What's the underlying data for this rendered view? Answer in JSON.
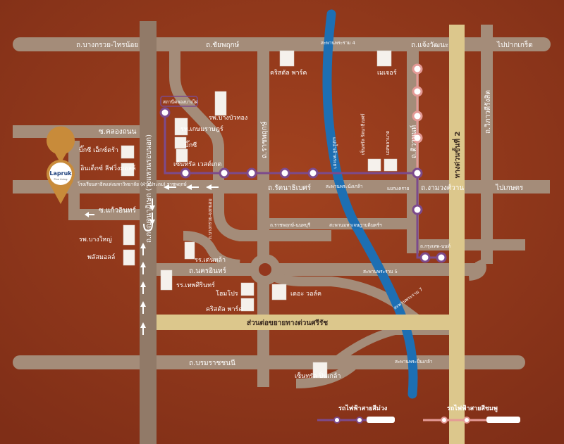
{
  "colors": {
    "background": "#93371d",
    "road": "#a48c79",
    "expressway": "#dcc78c",
    "river": "#1d6fb3",
    "purple_line": "#7c4a8c",
    "pink_line": "#e49a96",
    "station_fill": "#ffffff"
  },
  "roads": {
    "bangkruai_sainoi": "ถ.บางกรวย-ไทรน้อย",
    "chaiyaphruek": "ถ.ชัยพฤกษ์",
    "chaengwattana": "ถ.แจ้งวัฒนะ",
    "pak_kret": "ไปปากเกร็ด",
    "ratchaphruek": "ถ.ราชพฤกษ์",
    "kanchanaphisek": "ถ.กาญจนาภิเษก (วงแหวนรอบนอก)",
    "khlong_thanon": "ซ.คลองถนน",
    "rattanathibet": "ถ.รัตนาธิเบศร์",
    "ngamwongwan": "ถ.งามวงศ์วาน",
    "kaset": "ไปเกษตร",
    "tiwanon": "ถ.ติวานนท์",
    "expressway2": "ทางด่วนขั้นที่ 2",
    "wiphawadi": "ถ.วิภาวดีรังสิต",
    "kaeoin": "ซ.แก้วอินทร์",
    "nakhon_in": "ถ.นครอินทร์",
    "borommaratchachonnani": "ถ.บรมราชชนนี",
    "ratchaphruek_nonthaburi": "ถ.ราชพฤกษ์-นนทบุรี",
    "bangkruai_jongthanom": "ถ.บางกรวย-จงถนอม",
    "krungthep_nonthaburi": "ถ.กรุงเทพ-นนท์",
    "expressway_extension": "ส่วนต่อขยายทางด่วนศรีรัช",
    "chao_phraya": "แม่น้ำเจ้าพระยา"
  },
  "bridges": {
    "rama4": "สะพานพระราม 4",
    "phra_nang_klao": "สะพานพระนั่งเกล้า",
    "maha_chesadabodin": "สะพานมหาเจษฎาบดินทร์ฯ",
    "rama5": "สะพานพระราม 5",
    "rama7": "สะพานพระราม 7",
    "pin_klao": "สะพานพระปิ่นเกล้า",
    "khae_rai": "แยกแคราย"
  },
  "pois": {
    "crystal_park": "คริสตัล พาร์ค",
    "major": "เมเจอร์",
    "bangbuathong_hospital": "รพ.บางบัวทอง",
    "kasemrad_hospital": "รพ.เกษมราษฎร์",
    "big_c": "บิ๊กซี",
    "central_westgate": "เซ็นทรัล เวสต์เกต",
    "central_rattanathibet": "เซ็นทรัล รัตนาธิเบศร์",
    "esplanade": "เอสพลานาด",
    "big_c_extra": "บิ๊กซี เอ็กซ์ตร้า",
    "index_living_mall": "อินเด็กซ์ ลีฟวิ่งมอลล์",
    "school_small": "โรงเรียนสาธิตแห่งมหาวิทยาลัย (ฝ่ายประถม) ราชพฤกษ์",
    "bangyai_hospital": "รพ.บางใหญ่",
    "plus_mall": "พลัสมอลล์",
    "ten_han_school": "รร.เต่นหล้า",
    "thep_sirin_school": "รร.เทพศิรินทร์",
    "homepro": "โฮมโปร",
    "crystal_park_2": "คริสตัล พาร์ค",
    "the_walk": "เดอะ วอล์ค",
    "central_pinklao": "เซ็นทรัล ปิ่นเกล้า",
    "station_label": "สถานีคลองบางไผ่"
  },
  "logo": {
    "text": "Lapruk",
    "subtext": "Pine Living"
  },
  "legend": {
    "purple": "รถไฟฟ้าสายสีม่วง",
    "pink": "รถไฟฟ้าสายสีชมพู"
  }
}
